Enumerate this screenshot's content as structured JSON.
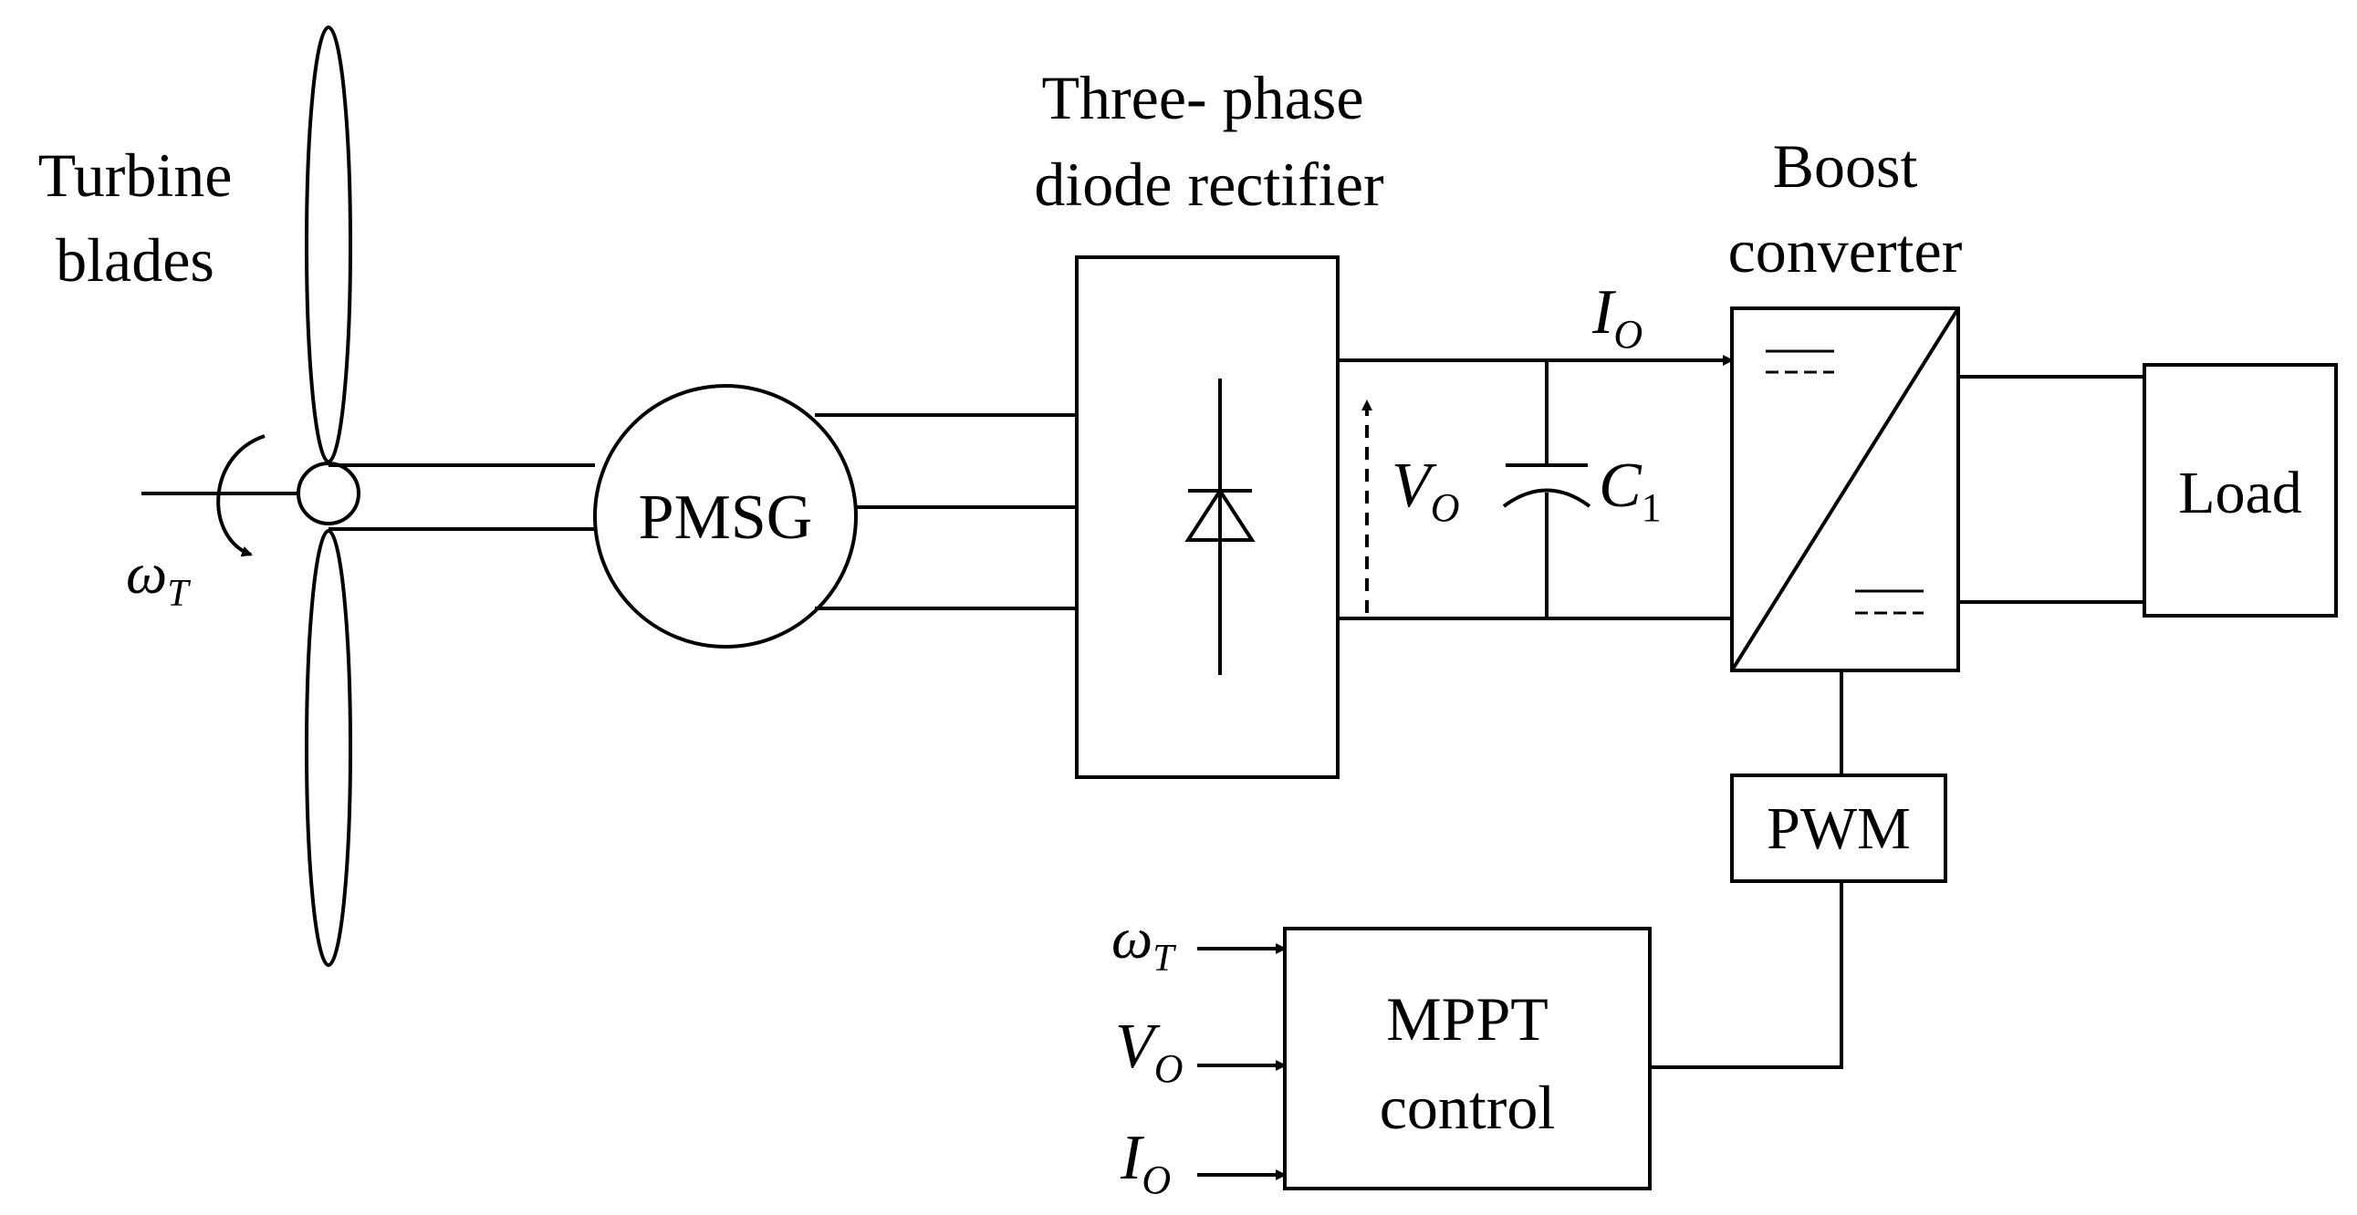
{
  "labels": {
    "turbine_line1": "Turbine",
    "turbine_line2": "blades",
    "rectifier_line1": "Three- phase",
    "rectifier_line2": "diode rectifier",
    "boost_line1": "Boost",
    "boost_line2": "converter",
    "pmsg": "PMSG",
    "load": "Load",
    "pwm": "PWM",
    "mppt_line1": "MPPT",
    "mppt_line2": "control"
  },
  "symbols": {
    "omega": "ω",
    "omega_sub": "T",
    "voltage": "V",
    "voltage_sub": "O",
    "current": "I",
    "current_sub": "O",
    "capacitor": "C",
    "capacitor_sub": "1"
  },
  "colors": {
    "stroke": "#000000",
    "background": "#ffffff"
  }
}
